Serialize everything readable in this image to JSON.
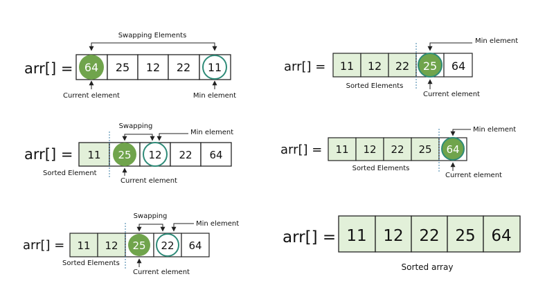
{
  "diagram": {
    "colors": {
      "sorted_fill": "#e2f0d9",
      "current_fill": "#70a44c",
      "min_ring": "#2e8b78",
      "border": "#222222",
      "divider": "#3a7ca5"
    },
    "panels": [
      {
        "arr_label": "arr[] =",
        "cells": [
          "64",
          "25",
          "12",
          "22",
          "11"
        ],
        "top_label": "Swapping Elements",
        "labels": [
          "Current element",
          "Min element"
        ]
      },
      {
        "arr_label": "arr[] =",
        "cells": [
          "11",
          "12",
          "22",
          "25",
          "64"
        ],
        "labels": [
          "Min element",
          "Sorted Elements",
          "Current element"
        ]
      },
      {
        "arr_label": "arr[] =",
        "cells": [
          "11",
          "25",
          "12",
          "22",
          "64"
        ],
        "labels": [
          "Swapping",
          "Min element",
          "Sorted Element",
          "Current element"
        ]
      },
      {
        "arr_label": "arr[] =",
        "cells": [
          "11",
          "12",
          "22",
          "25",
          "64"
        ],
        "labels": [
          "Min element",
          "Sorted Elements",
          "Current element"
        ]
      },
      {
        "arr_label": "arr[] =",
        "cells": [
          "11",
          "12",
          "25",
          "22",
          "64"
        ],
        "labels": [
          "Swapping",
          "Min element",
          "Sorted Elements",
          "Current element"
        ]
      },
      {
        "arr_label": "arr[] =",
        "cells": [
          "11",
          "12",
          "22",
          "25",
          "64"
        ],
        "labels": [
          "Sorted array"
        ]
      }
    ]
  }
}
